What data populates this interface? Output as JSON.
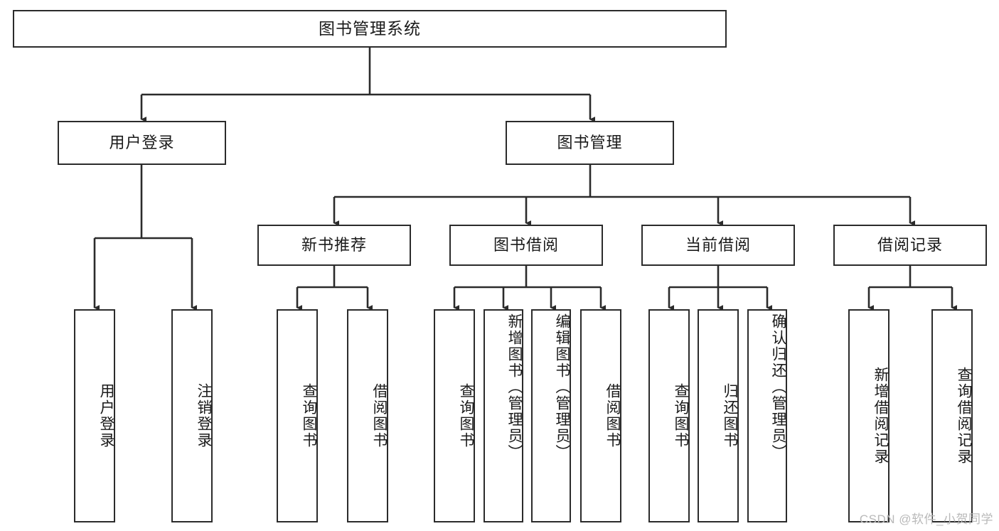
{
  "diagram": {
    "title": "图书管理系统",
    "type": "tree-hierarchy-chart",
    "watermark": "CSDN @软件_小贺同学",
    "colors": {
      "stroke": "#2b2b2b",
      "fill": "#ffffff",
      "text": "#1a1a1a",
      "watermark": "#b9b9b9"
    },
    "levels": {
      "root": {
        "label": "图书管理系统"
      },
      "level2": [
        {
          "id": "user-login",
          "label": "用户登录"
        },
        {
          "id": "book-management",
          "label": "图书管理"
        }
      ],
      "level3": [
        {
          "id": "new-book-recommend",
          "label": "新书推荐"
        },
        {
          "id": "book-borrow",
          "label": "图书借阅"
        },
        {
          "id": "current-borrow",
          "label": "当前借阅"
        },
        {
          "id": "borrow-record",
          "label": "借阅记录"
        }
      ],
      "leaves": [
        {
          "id": "leaf-user-login",
          "label": "用户登录",
          "parent": "user-login"
        },
        {
          "id": "leaf-logout-login",
          "label": "注销登录",
          "parent": "user-login"
        },
        {
          "id": "leaf-query-book-1",
          "label": "查询图书",
          "parent": "new-book-recommend"
        },
        {
          "id": "leaf-borrow-book-1",
          "label": "借阅图书",
          "parent": "new-book-recommend"
        },
        {
          "id": "leaf-query-book-2",
          "label": "查询图书",
          "parent": "book-borrow"
        },
        {
          "id": "leaf-add-book-admin",
          "label": "新增图书（管理员）",
          "parent": "book-borrow"
        },
        {
          "id": "leaf-edit-book-admin",
          "label": "编辑图书（管理员）",
          "parent": "book-borrow"
        },
        {
          "id": "leaf-borrow-book-2",
          "label": "借阅图书",
          "parent": "book-borrow"
        },
        {
          "id": "leaf-query-book-3",
          "label": "查询图书",
          "parent": "current-borrow"
        },
        {
          "id": "leaf-return-book",
          "label": "归还图书",
          "parent": "current-borrow"
        },
        {
          "id": "leaf-confirm-return-admin",
          "label": "确认归还（管理员）",
          "parent": "current-borrow"
        },
        {
          "id": "leaf-add-borrow-record",
          "label": "新增借阅记录",
          "parent": "borrow-record"
        },
        {
          "id": "leaf-query-borrow-record",
          "label": "查询借阅记录",
          "parent": "borrow-record"
        }
      ]
    }
  }
}
